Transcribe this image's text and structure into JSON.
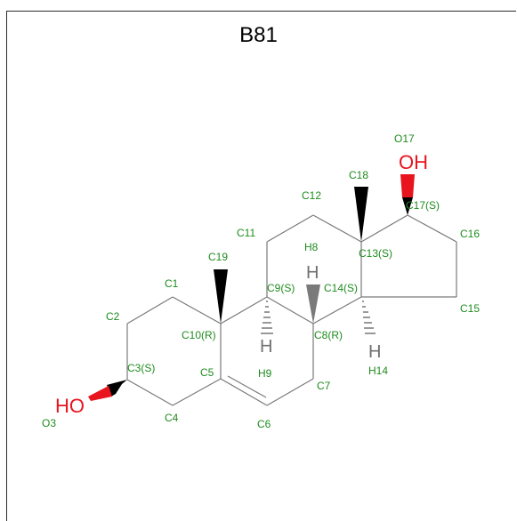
{
  "title": "B81",
  "atoms": {
    "C1": "C1",
    "C2": "C2",
    "C3": "C3(S)",
    "O3": "O3",
    "C4": "C4",
    "C5": "C5",
    "C6": "C6",
    "C7": "C7",
    "C8": "C8(R)",
    "C9": "C9(S)",
    "C10": "C10(R)",
    "C11": "C11",
    "C12": "C12",
    "C13": "C13(S)",
    "C14": "C14(S)",
    "C15": "C15",
    "C16": "C16",
    "C17": "C17(S)",
    "O17": "O17",
    "C18": "C18",
    "C19": "C19",
    "H8": "H8",
    "H9": "H9",
    "H14": "H14"
  },
  "groups": {
    "oh_top": "OH",
    "oh_left": "HO"
  },
  "hydrogens": {
    "h8": "H",
    "h9": "H",
    "h14": "H"
  },
  "colors": {
    "label": "#1e8c1e",
    "oxygen": "#e8141e",
    "bond": "#7a7a7a",
    "hydrogen": "#707070"
  }
}
